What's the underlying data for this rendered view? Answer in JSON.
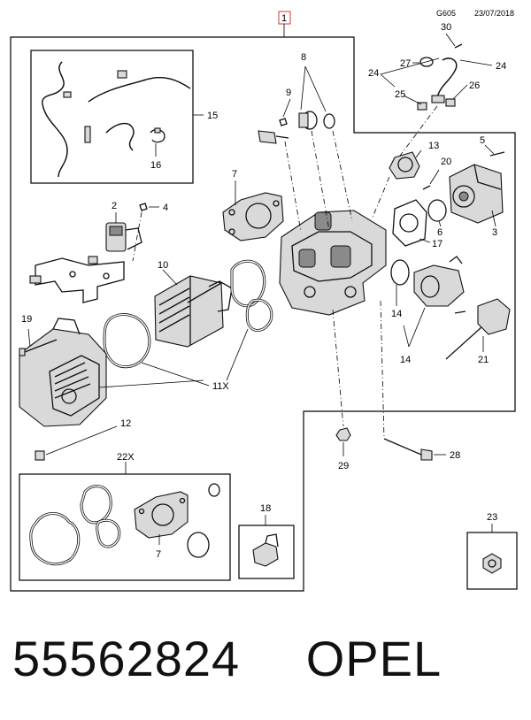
{
  "header": {
    "code": "G605",
    "date": "23/07/2018",
    "top_callout": "1"
  },
  "callouts": {
    "c2": "2",
    "c3": "3",
    "c4": "4",
    "c5": "5",
    "c6": "6",
    "c7a": "7",
    "c7b": "7",
    "c8": "8",
    "c9": "9",
    "c10": "10",
    "c11x": "11X",
    "c12": "12",
    "c13": "13",
    "c14a": "14",
    "c14b": "14",
    "c15": "15",
    "c16": "16",
    "c17": "17",
    "c18": "18",
    "c19": "19",
    "c20": "20",
    "c21": "21",
    "c22x": "22X",
    "c23": "23",
    "c24a": "24",
    "c24b": "24",
    "c25": "25",
    "c26": "26",
    "c27": "27",
    "c28": "28",
    "c29": "29",
    "c30": "30"
  },
  "footer": {
    "part_number": "55562824",
    "brand": "OPEL"
  }
}
